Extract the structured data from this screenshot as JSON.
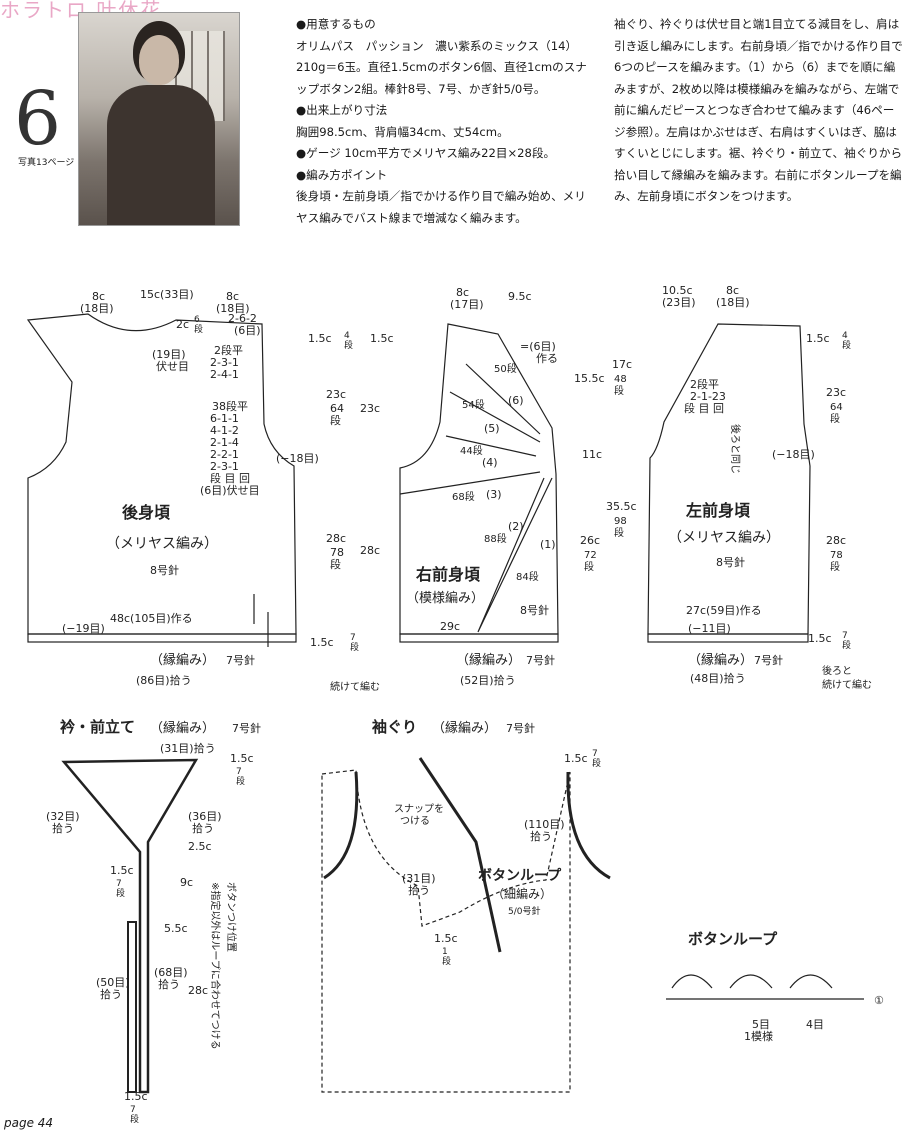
{
  "header": {
    "title_fragment": "ホラトロ 叶休花"
  },
  "pattern_number": "6",
  "photo_caption": "写真13ページ",
  "materials": {
    "heading": "●用意するもの",
    "text": "オリムパス　パッション　濃い紫系のミックス（14）210g＝6玉。直径1.5cmのボタン6個、直径1cmのスナップボタン2組。棒針8号、7号、かぎ針5/0号。"
  },
  "size": {
    "heading": "●出来上がり寸法",
    "text": "胸囲98.5cm、背肩幅34cm、丈54cm。"
  },
  "gauge": {
    "heading": "●ゲージ",
    "text": "10cm平方でメリヤス編み22目×28段。"
  },
  "method": {
    "heading": "●編み方ポイント",
    "text": "後身頃・左前身頃／指でかける作り目で編み始め、メリヤス編みでバスト線まで増減なく編みます。"
  },
  "method_cont": "袖ぐり、衿ぐりは伏せ目と端1目立てる減目をし、肩は引き返し編みにします。右前身頃／指でかける作り目で6つのピースを編みます。（1）から（6）までを順に編みますが、2枚め以降は模様編みを編みながら、左端で前に編んだピースとつなぎ合わせて編みます（46ページ参照）。左肩はかぶせはぎ、右肩はすくいはぎ、脇はすくいとじにします。裾、衿ぐり・前立て、袖ぐりから拾い目して縁編みを編みます。右前にボタンループを編み、左前身頃にボタンをつけます。",
  "diagrams": {
    "back": {
      "title": "後身頃",
      "subtitle": "（メリヤス編み）",
      "needle": "8号針",
      "top_dims": [
        "8c",
        "(18目)",
        "15c(33目)",
        "8c",
        "(18目)"
      ],
      "neck_label_1": "2c",
      "neck_label_1b": "6",
      "neck_label_1c": "段",
      "shoulder": [
        "2-6-2",
        "(6目)"
      ],
      "neck_bind": [
        "(19目)",
        "伏せ目"
      ],
      "neck_shape": [
        "2段平",
        "2-3-1",
        "2-4-1"
      ],
      "armhole_shape": [
        "38段平",
        "6-1-1",
        "4-1-2",
        "2-1-4",
        "2-2-1",
        "2-3-1",
        "段 目 回",
        "(6目)伏せ目"
      ],
      "side_label": "(−18目)",
      "cast_on": "48c(105目)作る",
      "dec_label": "(−19目)",
      "border": "（縁編み）",
      "border_needle": "7号針",
      "pickup": "(86目)拾う",
      "v_dims": [
        "1.5c",
        "4",
        "段",
        "23c",
        "64",
        "段",
        "28c",
        "78",
        "段",
        "1.5c",
        "7",
        "段"
      ],
      "v_dims_b": [
        "1.5c",
        "23c",
        "28c"
      ]
    },
    "right_front": {
      "title": "右前身頃",
      "subtitle": "（模様編み）",
      "needle": "8号針",
      "top_dims": [
        "8c",
        "(17目)",
        "9.5c"
      ],
      "neck_note": [
        "=(6目)",
        "作る"
      ],
      "piece_labels": [
        "(6)",
        "(5)",
        "(4)",
        "(3)",
        "(2)",
        "(1)"
      ],
      "row_labels": [
        "50段",
        "54段",
        "44段",
        "68段",
        "88段",
        "84段"
      ],
      "bottom": "29c",
      "border": "（縁編み）",
      "border_needle": "7号針",
      "pickup": "(52目)拾う",
      "continue": "続けて編む",
      "v_dims": [
        "17c",
        "48",
        "段",
        "15.5c",
        "11c",
        "35.5c",
        "98",
        "段",
        "26c",
        "72",
        "段"
      ]
    },
    "left_front": {
      "title": "左前身頃",
      "subtitle": "（メリヤス編み）",
      "needle": "8号針",
      "top_dims": [
        "10.5c",
        "(23目)",
        "8c",
        "(18目)"
      ],
      "shoulder_shape": [
        "2段平",
        "2-1-23",
        "段 目 回"
      ],
      "same_as_back": "後ろと同じ",
      "side_label": "(−18目)",
      "cast_on": "27c(59目)作る",
      "dec_label": "(−11目)",
      "border": "（縁編み）",
      "border_needle": "7号針",
      "pickup": "(48目)拾う",
      "continue": [
        "後ろと",
        "続けて編む"
      ],
      "v_dims": [
        "1.5c",
        "4",
        "段",
        "23c",
        "64",
        "段",
        "28c",
        "78",
        "段",
        "1.5c",
        "7",
        "段"
      ]
    },
    "collar": {
      "title": "衿・前立て",
      "title_sub": "（縁編み）",
      "needle": "7号針",
      "labels": [
        "(31目)拾う",
        "1.5c",
        "7",
        "段",
        "(32目)",
        "拾う",
        "(36目)",
        "拾う",
        "2.5c",
        "1.5c",
        "7",
        "段",
        "9c",
        "5.5c",
        "(50目)",
        "拾う",
        "(68目)",
        "拾う",
        "28c",
        "1.5c",
        "7",
        "段"
      ],
      "button_note": "ボタンつけ位置",
      "button_note2": "※指定以外はループに合わせてつける"
    },
    "armhole": {
      "title": "袖ぐり",
      "title_sub": "（縁編み）",
      "needle": "7号針",
      "labels": [
        "1.5c",
        "7",
        "段",
        "スナップを",
        "つける",
        "(110目)",
        "拾う",
        "(31目)",
        "拾う",
        "1.5c",
        "1",
        "段"
      ],
      "loop_title": "ボタンループ",
      "loop_sub": "（細編み）",
      "loop_needle": "5/0号針"
    },
    "button_loop": {
      "title": "ボタンループ",
      "labels": [
        "5目",
        "1模様",
        "4目",
        "①"
      ]
    }
  },
  "page_number": "page 44"
}
